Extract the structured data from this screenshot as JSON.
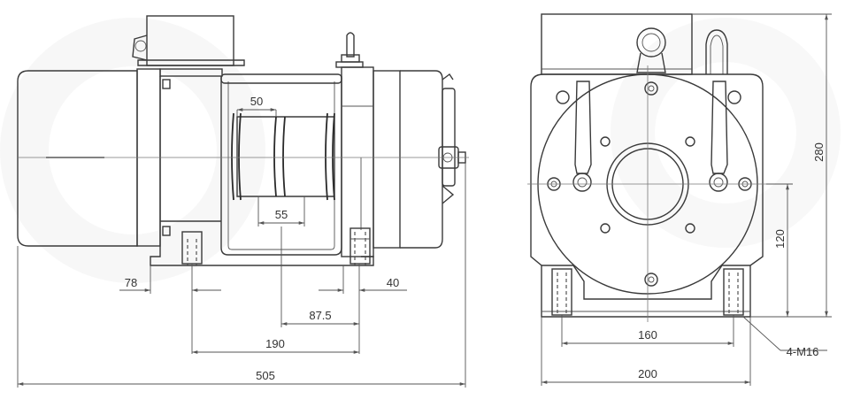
{
  "dimensions": {
    "d50": "50",
    "d55": "55",
    "d78": "78",
    "d40": "40",
    "d87_5": "87.5",
    "d190": "190",
    "d505": "505",
    "d280": "280",
    "d120": "120",
    "d160": "160",
    "d200": "200",
    "bolt": "4-M16"
  },
  "colors": {
    "line": "#3a3a3a",
    "dimension": "#555555",
    "watermark": "#f1f1f1"
  }
}
